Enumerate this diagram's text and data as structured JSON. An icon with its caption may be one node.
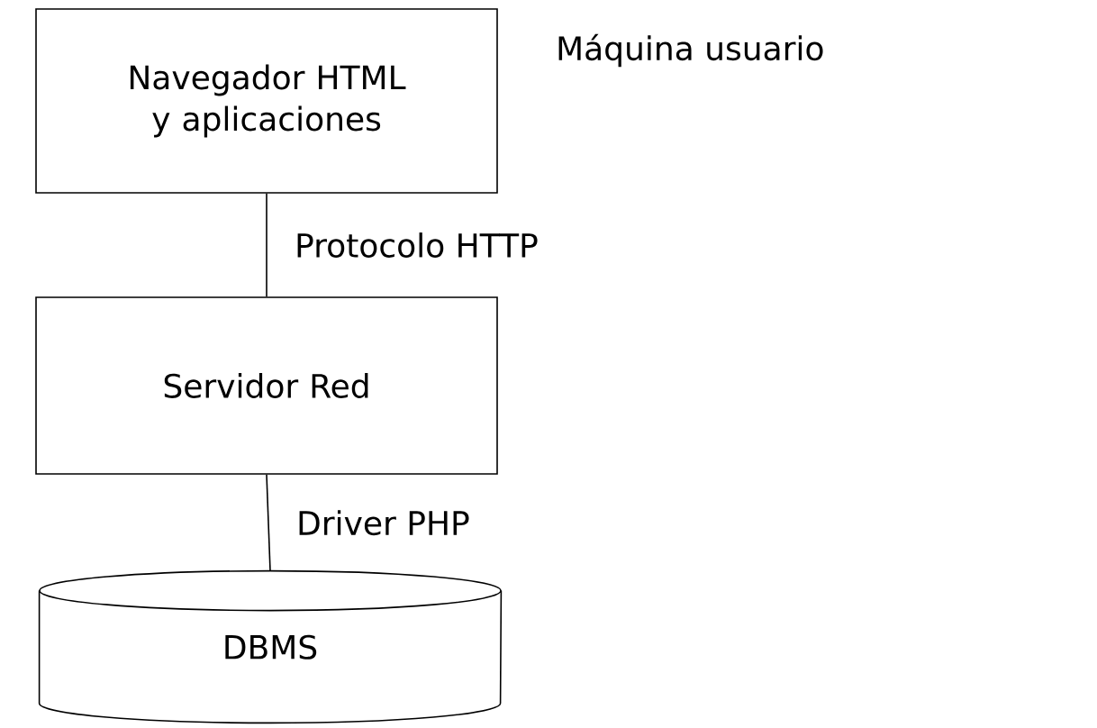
{
  "diagram": {
    "nodes": [
      {
        "text": [
          "Navegador HTML y aplicaciones"
        ]
      },
      {
        "text": [
          "Servidor Red"
        ]
      },
      {
        "text": [
          "DBMS"
        ]
      }
    ],
    "edges": [
      {
        "from": 0,
        "to": 1,
        "arrow": "none",
        "label": "Protocolo HTTP"
      },
      {
        "from": 1,
        "to": 2,
        "arrow": "none",
        "label": "Driver PHP"
      }
    ],
    "labels": [
      "Máquina usuario"
    ]
  }
}
